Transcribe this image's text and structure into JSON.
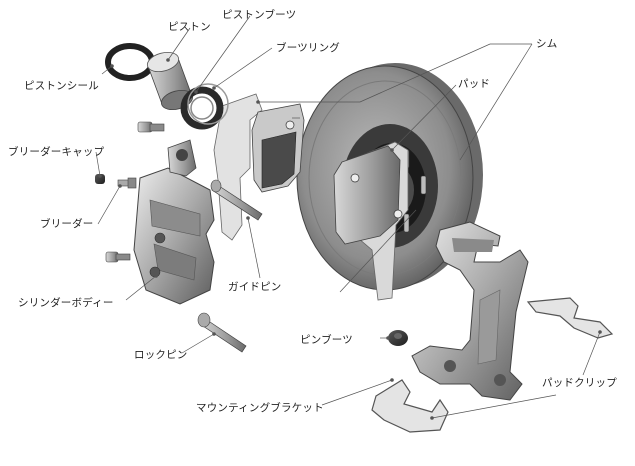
{
  "labels": {
    "piston": "ピストン",
    "piston_boot": "ピストンブーツ",
    "boot_ring": "ブーツリング",
    "shim": "シム",
    "piston_seal": "ピストンシール",
    "pad": "パッド",
    "bleeder_cap": "ブリーダーキャップ",
    "bleeder": "ブリーダー",
    "guide_pin": "ガイドピン",
    "cylinder_body": "シリンダーボディー",
    "pin_boot": "ピンブーツ",
    "lock_pin": "ロックピン",
    "pad_clip": "パッドクリップ",
    "mounting_bracket": "マウンティングブラケット"
  }
}
